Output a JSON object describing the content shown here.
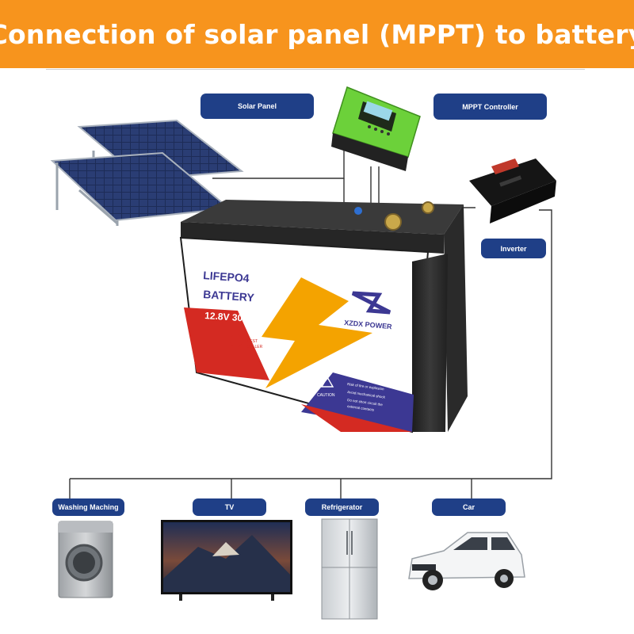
{
  "header": {
    "title": "Connection of solar panel (MPPT) to battery"
  },
  "labels": {
    "solar_panel": "Solar Panel",
    "mppt_controller": "MPPT Controller",
    "inverter": "Inverter",
    "washing_machine": "Washing Maching",
    "tv": "TV",
    "refrigerator": "Refrigerator",
    "car": "Car"
  },
  "battery": {
    "chem": "LIFEPO4",
    "word": "BATTERY",
    "spec": "12.8V 300Ah",
    "brand": "XZDX POWER",
    "seal_line1": "BEST",
    "seal_line2": "SELLER",
    "warning": "CAUTION",
    "warn_1": "Risk of fire or explosion",
    "warn_2": "Avoid mechanical shock",
    "warn_3": "Do not short circuit the",
    "warn_4": "external contacts"
  },
  "colors": {
    "banner": "#f7941d",
    "label_bg": "#1f3f87",
    "wire": "#333333",
    "battery_case": "#2b2b2b",
    "battery_red": "#d42a22",
    "battery_orange": "#f4a300",
    "battery_purple": "#3c3893"
  },
  "icons": [
    "solar-panel-icon",
    "mppt-controller-icon",
    "inverter-icon",
    "battery-icon",
    "washing-machine-icon",
    "tv-icon",
    "refrigerator-icon",
    "car-icon"
  ]
}
